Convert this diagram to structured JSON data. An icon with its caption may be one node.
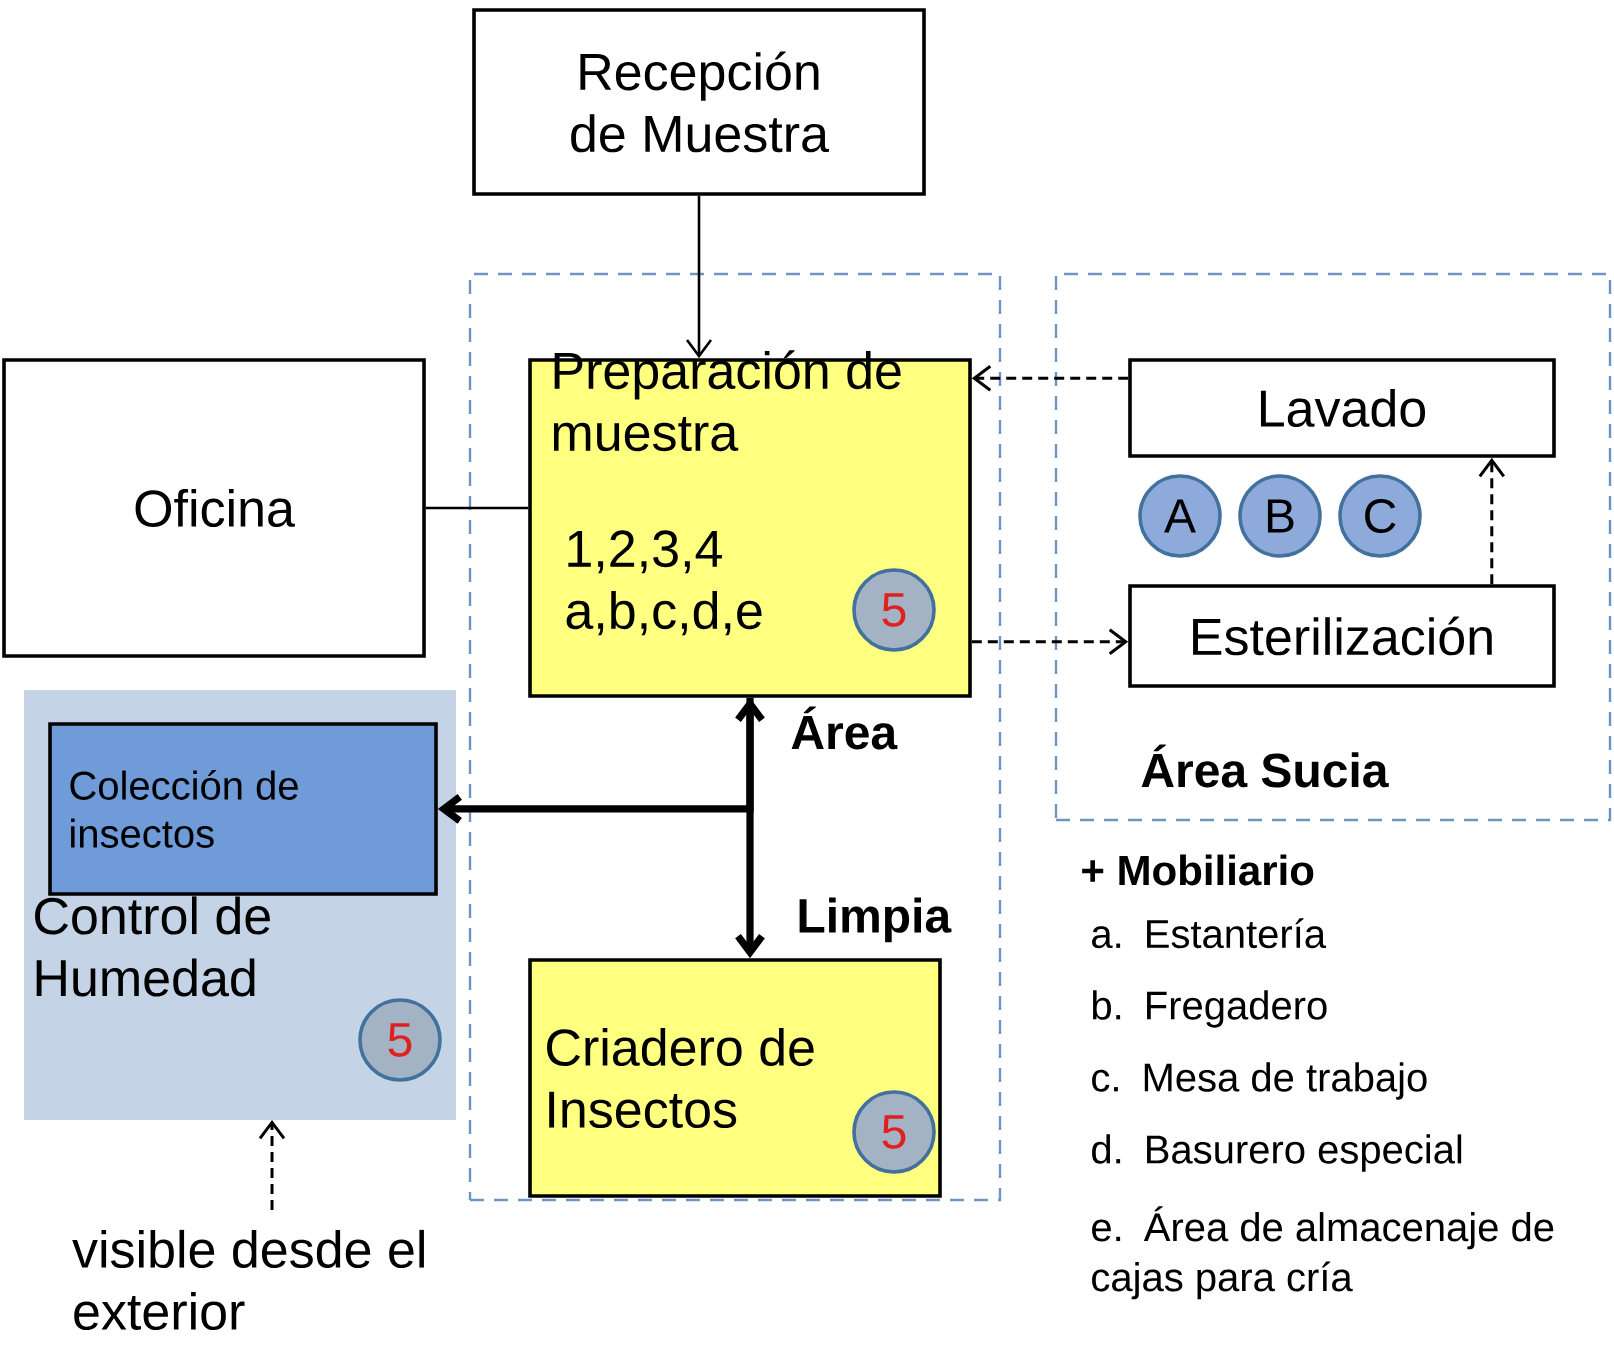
{
  "diagram": {
    "nodes": [
      {
        "text": [
          "Recepción de Muestra"
        ]
      },
      {
        "text": [
          "Área",
          "Limpia"
        ]
      },
      {
        "text": [
          "Preparación de muestra",
          "1,2,3,4 a,b,c,d,e"
        ],
        "in": 1
      },
      {
        "text": [
          "5"
        ],
        "in": 2
      },
      {
        "text": [
          "Criadero de Insectos"
        ],
        "in": 1
      },
      {
        "text": [
          "5"
        ],
        "in": 4
      },
      {
        "text": [
          "Área Sucia"
        ]
      },
      {
        "text": [
          "Lavado"
        ],
        "in": 6
      },
      {
        "text": [
          "A"
        ],
        "in": 6
      },
      {
        "text": [
          "B"
        ],
        "in": 6
      },
      {
        "text": [
          "C"
        ],
        "in": 6
      },
      {
        "text": [
          "Esterilización"
        ],
        "in": 6
      },
      {
        "text": [
          "Oficina"
        ]
      },
      {
        "text": [
          "Control de Humedad"
        ]
      },
      {
        "text": [
          "Colección de insectos"
        ],
        "in": 13
      },
      {
        "text": [
          "5"
        ],
        "in": 13
      },
      {
        "text": [
          "visible desde el exterior"
        ]
      }
    ],
    "edges": [
      {
        "from": 0,
        "to": 2,
        "arrow": "to"
      },
      {
        "from": 7,
        "to": 2,
        "arrow": "to",
        "style": "dashed"
      },
      {
        "from": 2,
        "to": 11,
        "arrow": "to",
        "style": "dashed"
      },
      {
        "from": 11,
        "to": 7,
        "arrow": "to",
        "style": "dashed"
      },
      {
        "from": 12,
        "to": 2,
        "arrow": "none"
      },
      {
        "from": 2,
        "to": 4,
        "arrow": "both",
        "style": "thick"
      },
      {
        "from": 2,
        "to": 14,
        "arrow": "to",
        "style": "thick"
      },
      {
        "from": 16,
        "to": 13,
        "arrow": "to",
        "style": "dashed"
      }
    ],
    "labels": [
      "+ Mobiliario",
      "a. Estantería",
      "b. Fregadero",
      "c. Mesa de trabajo",
      "d. Basurero especial",
      "e. Área de almacenaje de cajas para cría"
    ]
  }
}
